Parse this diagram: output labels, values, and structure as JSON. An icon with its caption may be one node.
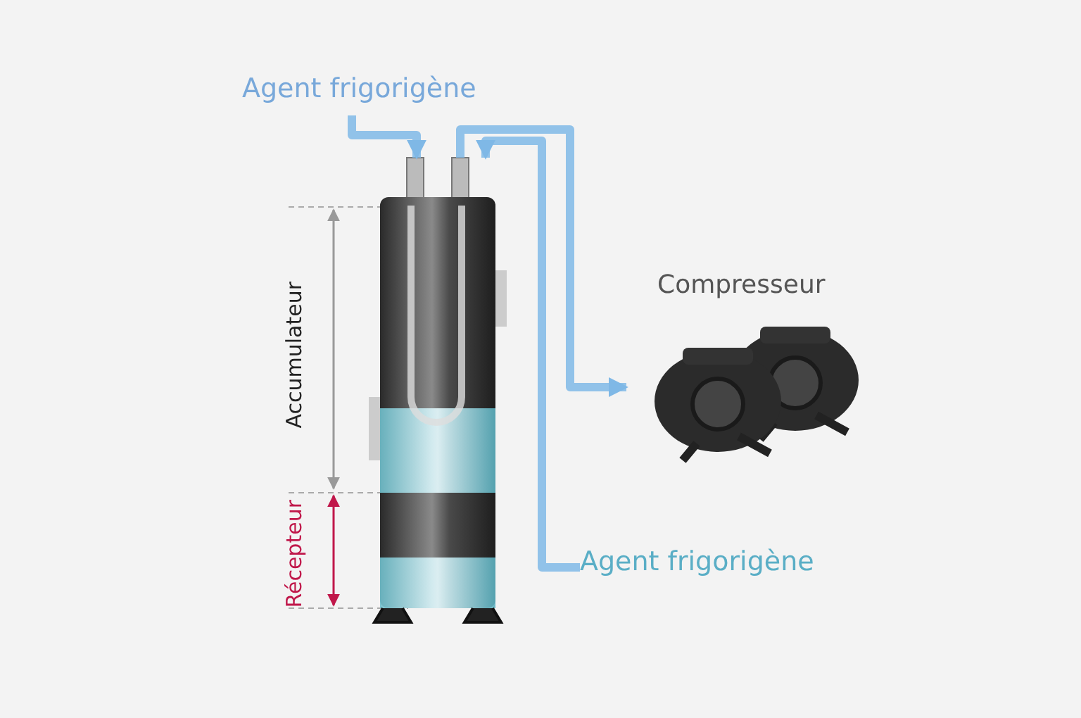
{
  "diagram": {
    "nodes": [
      {
        "text": [],
        "shape": "cylinder"
      },
      {
        "text": [
          "Compresseur"
        ]
      },
      {
        "text": [
          "Agent frigorigène"
        ]
      },
      {
        "text": [
          "Agent frigorigène"
        ]
      }
    ],
    "edges": [
      {
        "from": 2,
        "to": 0,
        "arrow": "to"
      },
      {
        "from": 0,
        "to": 1,
        "arrow": "to"
      },
      {
        "from": 3,
        "to": 0,
        "arrow": "to"
      }
    ],
    "labels": [
      "Accumulateur",
      "Récepteur"
    ]
  }
}
